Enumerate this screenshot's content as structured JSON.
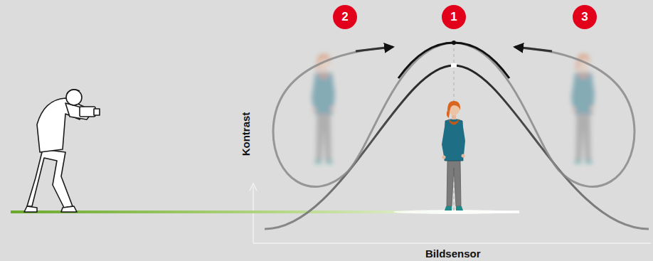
{
  "diagram": {
    "nodes": [
      {
        "text": [
          "2"
        ]
      },
      {
        "text": [
          "1"
        ]
      },
      {
        "text": [
          "3"
        ]
      }
    ],
    "labels": [
      "Kontrast",
      "Bildsensor"
    ]
  }
}
